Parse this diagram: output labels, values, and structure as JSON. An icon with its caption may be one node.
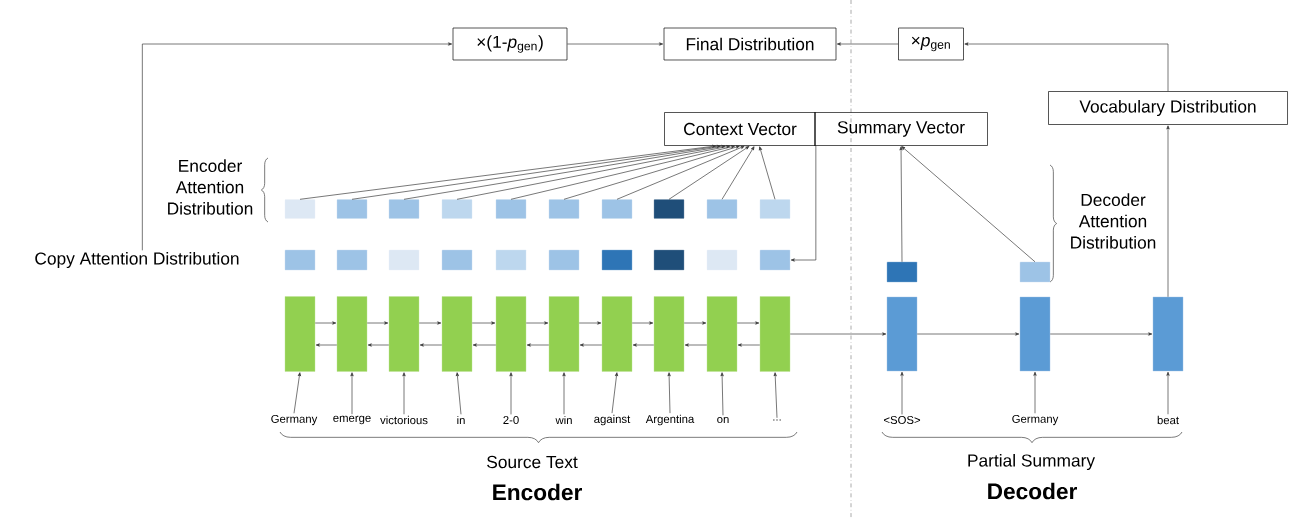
{
  "diagram": {
    "nodes": [
      {
        "text": [
          "×(1-*p*$_{gen}$)"
        ]
      },
      {
        "text": [
          "Final Distribution"
        ]
      },
      {
        "text": [
          "×*p*$_{gen}$"
        ]
      },
      {
        "text": [
          "Vocabulary Distribution"
        ]
      },
      {
        "text": [
          "Context Vector"
        ]
      },
      {
        "text": [
          "Summary Vector"
        ]
      },
      {
        "text": [
          "Copy Attention Distribution"
        ]
      },
      {
        "text": [],
        "shape": "box"
      },
      {
        "text": [],
        "shape": "box"
      },
      {
        "text": [],
        "shape": "box"
      },
      {
        "text": [],
        "shape": "box"
      },
      {
        "text": [],
        "shape": "box"
      },
      {
        "text": [],
        "shape": "box"
      },
      {
        "text": [],
        "shape": "box"
      },
      {
        "text": [],
        "shape": "box"
      },
      {
        "text": [],
        "shape": "box"
      },
      {
        "text": [],
        "shape": "box"
      },
      {
        "text": [],
        "shape": "box"
      },
      {
        "text": [],
        "shape": "box"
      },
      {
        "text": [],
        "shape": "box"
      },
      {
        "text": [],
        "shape": "box"
      },
      {
        "text": [],
        "shape": "box"
      },
      {
        "text": [],
        "shape": "box"
      },
      {
        "text": [],
        "shape": "box"
      },
      {
        "text": [],
        "shape": "box"
      },
      {
        "text": [],
        "shape": "box"
      },
      {
        "text": [],
        "shape": "box"
      },
      {
        "text": [],
        "shape": "bar"
      },
      {
        "text": [],
        "shape": "bar"
      },
      {
        "text": [],
        "shape": "bar"
      },
      {
        "text": [],
        "shape": "bar"
      },
      {
        "text": [],
        "shape": "bar"
      },
      {
        "text": [],
        "shape": "bar"
      },
      {
        "text": [],
        "shape": "bar"
      },
      {
        "text": [],
        "shape": "bar"
      },
      {
        "text": [],
        "shape": "bar"
      },
      {
        "text": [],
        "shape": "bar"
      },
      {
        "text": [],
        "shape": "bar"
      },
      {
        "text": [],
        "shape": "bar"
      },
      {
        "text": [],
        "shape": "bar"
      },
      {
        "text": [],
        "shape": "box"
      },
      {
        "text": [],
        "shape": "box"
      },
      {
        "text": [
          "Germany"
        ]
      },
      {
        "text": [
          "emerge"
        ]
      },
      {
        "text": [
          "victorious"
        ]
      },
      {
        "text": [
          "in"
        ]
      },
      {
        "text": [
          "2-0"
        ]
      },
      {
        "text": [
          "win"
        ]
      },
      {
        "text": [
          "against"
        ]
      },
      {
        "text": [
          "Argentina"
        ]
      },
      {
        "text": [
          "on"
        ]
      },
      {
        "text": [
          "..."
        ]
      },
      {
        "text": [
          "<SOS>"
        ]
      },
      {
        "text": [
          "Germany"
        ]
      },
      {
        "text": [
          "beat"
        ]
      }
    ],
    "edges": [
      {
        "from": 6,
        "to": 0,
        "arrow": "to"
      },
      {
        "from": 0,
        "to": 1,
        "arrow": "to"
      },
      {
        "from": 2,
        "to": 1,
        "arrow": "to"
      },
      {
        "from": 3,
        "to": 2,
        "arrow": "to"
      },
      {
        "from": 39,
        "to": 3,
        "arrow": "to"
      },
      {
        "from": 7,
        "to": 4,
        "arrow": "to"
      },
      {
        "from": 8,
        "to": 4,
        "arrow": "to"
      },
      {
        "from": 9,
        "to": 4,
        "arrow": "to"
      },
      {
        "from": 10,
        "to": 4,
        "arrow": "to"
      },
      {
        "from": 11,
        "to": 4,
        "arrow": "to"
      },
      {
        "from": 12,
        "to": 4,
        "arrow": "to"
      },
      {
        "from": 13,
        "to": 4,
        "arrow": "to"
      },
      {
        "from": 14,
        "to": 4,
        "arrow": "to"
      },
      {
        "from": 15,
        "to": 4,
        "arrow": "to"
      },
      {
        "from": 16,
        "to": 4,
        "arrow": "to"
      },
      {
        "from": 4,
        "to": 26,
        "arrow": "to"
      },
      {
        "from": 40,
        "to": 5,
        "arrow": "to"
      },
      {
        "from": 41,
        "to": 5,
        "arrow": "to"
      },
      {
        "from": 27,
        "to": 28,
        "arrow": "to"
      },
      {
        "from": 28,
        "to": 29,
        "arrow": "to"
      },
      {
        "from": 29,
        "to": 30,
        "arrow": "to"
      },
      {
        "from": 30,
        "to": 31,
        "arrow": "to"
      },
      {
        "from": 31,
        "to": 32,
        "arrow": "to"
      },
      {
        "from": 32,
        "to": 33,
        "arrow": "to"
      },
      {
        "from": 33,
        "to": 34,
        "arrow": "to"
      },
      {
        "from": 34,
        "to": 35,
        "arrow": "to"
      },
      {
        "from": 35,
        "to": 36,
        "arrow": "to"
      },
      {
        "from": 28,
        "to": 27,
        "arrow": "to"
      },
      {
        "from": 29,
        "to": 28,
        "arrow": "to"
      },
      {
        "from": 30,
        "to": 29,
        "arrow": "to"
      },
      {
        "from": 31,
        "to": 30,
        "arrow": "to"
      },
      {
        "from": 32,
        "to": 31,
        "arrow": "to"
      },
      {
        "from": 33,
        "to": 32,
        "arrow": "to"
      },
      {
        "from": 34,
        "to": 33,
        "arrow": "to"
      },
      {
        "from": 35,
        "to": 34,
        "arrow": "to"
      },
      {
        "from": 36,
        "to": 35,
        "arrow": "to"
      },
      {
        "from": 36,
        "to": 37,
        "arrow": "to"
      },
      {
        "from": 37,
        "to": 38,
        "arrow": "to"
      },
      {
        "from": 38,
        "to": 39,
        "arrow": "to"
      },
      {
        "from": 42,
        "to": 27,
        "arrow": "to"
      },
      {
        "from": 43,
        "to": 28,
        "arrow": "to"
      },
      {
        "from": 44,
        "to": 29,
        "arrow": "to"
      },
      {
        "from": 45,
        "to": 30,
        "arrow": "to"
      },
      {
        "from": 46,
        "to": 31,
        "arrow": "to"
      },
      {
        "from": 47,
        "to": 32,
        "arrow": "to"
      },
      {
        "from": 48,
        "to": 33,
        "arrow": "to"
      },
      {
        "from": 49,
        "to": 34,
        "arrow": "to"
      },
      {
        "from": 50,
        "to": 35,
        "arrow": "to"
      },
      {
        "from": 51,
        "to": 36,
        "arrow": "to"
      },
      {
        "from": 52,
        "to": 37,
        "arrow": "to"
      },
      {
        "from": 53,
        "to": 38,
        "arrow": "to"
      },
      {
        "from": 54,
        "to": 39,
        "arrow": "to"
      }
    ],
    "labels": [
      "Encoder Attention Distribution",
      "Decoder Attention Distribution",
      "Source Text",
      "Encoder",
      "Partial Summary",
      "Decoder"
    ]
  }
}
